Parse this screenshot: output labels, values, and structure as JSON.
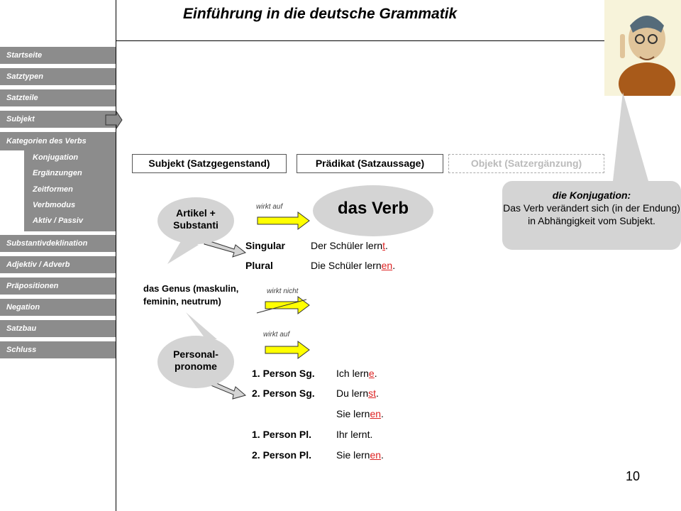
{
  "title": "Einführung in die deutsche Grammatik",
  "page_number": "10",
  "nav": {
    "items": [
      "Startseite",
      "Satztypen",
      "Satzteile",
      "Subjekt"
    ],
    "group_header": "Kategorien des Verbs",
    "sub_items": [
      "Konjugation",
      "Ergänzungen",
      "Zeitformen",
      "Verbmodus",
      "Aktiv / Passiv"
    ],
    "items_bottom": [
      "Substantivdeklination",
      "Adjektiv / Adverb",
      "Präpositionen",
      "Negation",
      "Satzbau",
      "Schluss"
    ]
  },
  "tabs": [
    "Subjekt (Satzgegenstand)",
    "Prädikat (Satzaussage)",
    "Objekt (Satzergänzung)"
  ],
  "bubbles": {
    "artikel": "Artikel + Substanti",
    "verb": "das Verb",
    "personal": "Personal-pronome"
  },
  "labels": {
    "wirkt_auf_1": "wirkt auf",
    "wirkt_nicht": "wirkt nicht",
    "wirkt_auf_2": "wirkt auf",
    "genus": "das Genus (maskulin, feminin, neutrum)"
  },
  "number_rows": [
    {
      "label": "Singular",
      "stem": "Der Schüler lern",
      "ending": "t",
      "tail": "."
    },
    {
      "label": "Plural",
      "stem": "Die Schüler lern",
      "ending": "en",
      "tail": "."
    }
  ],
  "person_rows": [
    {
      "label": "1. Person Sg.",
      "stem": "Ich lern",
      "ending": "e",
      "tail": "."
    },
    {
      "label": "2. Person Sg.",
      "stem": "Du lern",
      "ending": "st",
      "tail": "."
    },
    {
      "label": "",
      "stem": "Sie lern",
      "ending": "en",
      "tail": "."
    },
    {
      "label": "1. Person Pl.",
      "stem": "Ihr lernt.",
      "ending": "",
      "tail": ""
    },
    {
      "label": "2. Person Pl.",
      "stem": "Sie lern",
      "ending": "en",
      "tail": "."
    }
  ],
  "konjugation": {
    "heading": "die Konjugation:",
    "text": "Das Verb verändert sich (in der Endung) in Abhängigkeit vom Subjekt."
  },
  "colors": {
    "nav": "#8c8c8c",
    "bubble": "#d4d4d4",
    "arrow": "#ffff00",
    "ending": "#dd2222"
  }
}
